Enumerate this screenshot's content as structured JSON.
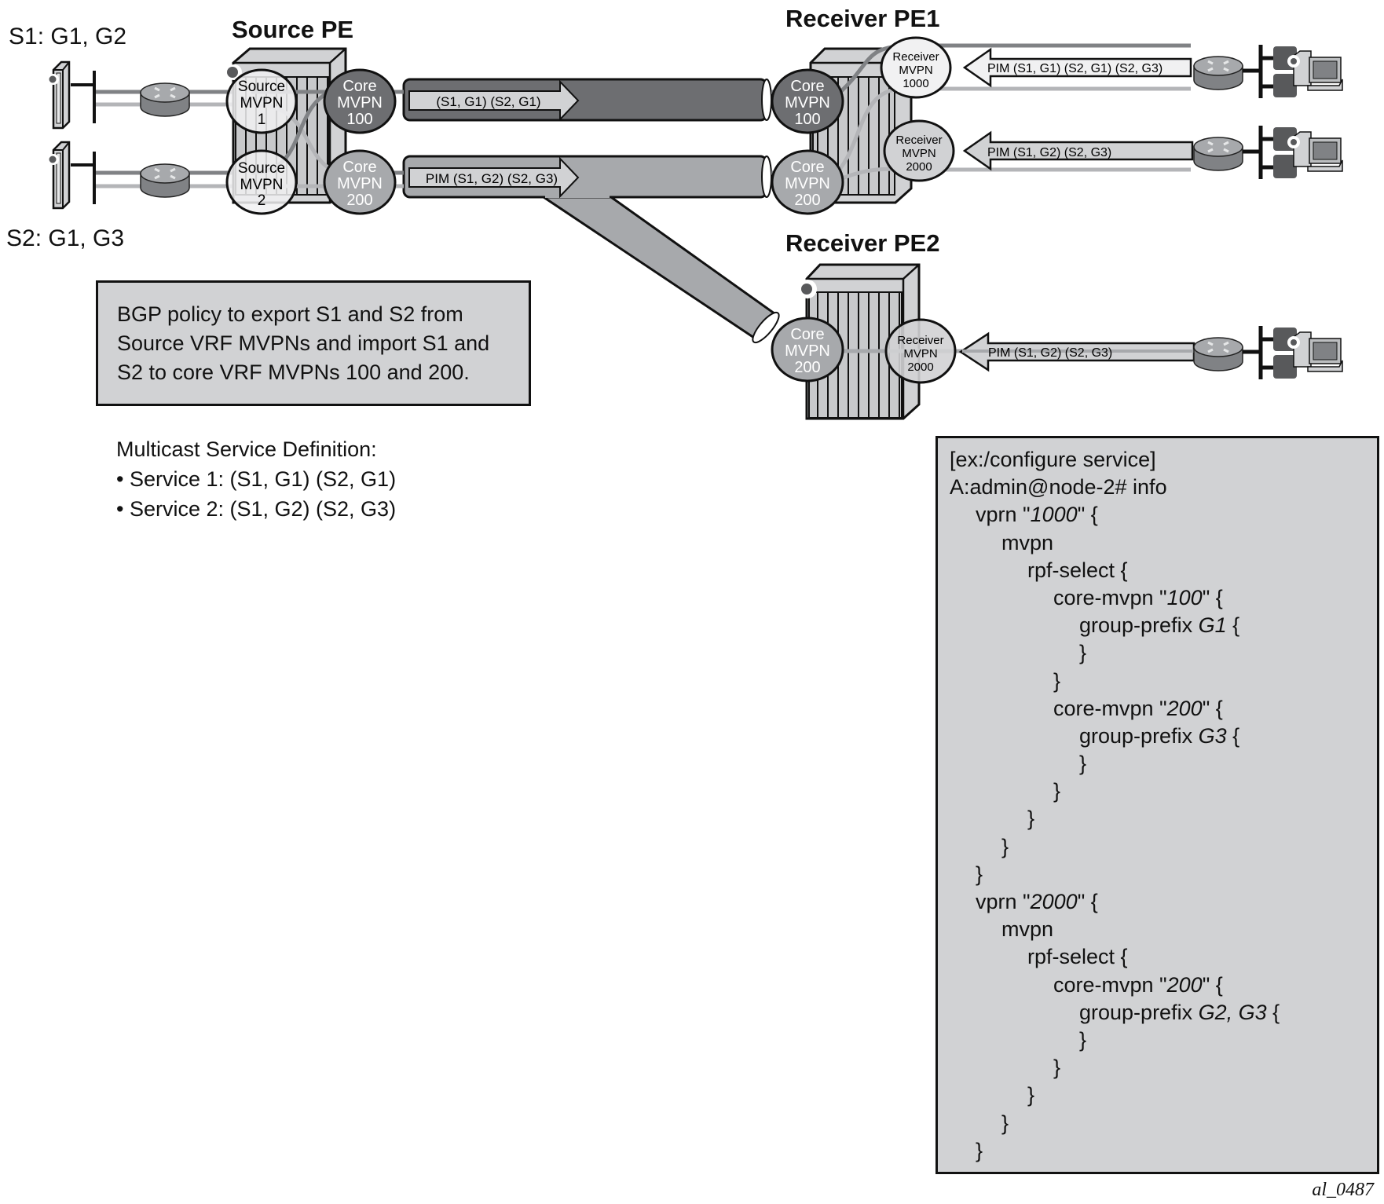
{
  "sources": [
    {
      "label": "S1: G1, G2"
    },
    {
      "label": "S2: G1, G3"
    }
  ],
  "source_pe": {
    "title": "Source PE",
    "source_mvpns": [
      {
        "line1": "Source",
        "line2": "MVPN",
        "line3": "1"
      },
      {
        "line1": "Source",
        "line2": "MVPN",
        "line3": "2"
      }
    ],
    "core_mvpns": [
      {
        "line1": "Core",
        "line2": "MVPN",
        "line3": "100"
      },
      {
        "line1": "Core",
        "line2": "MVPN",
        "line3": "200"
      }
    ]
  },
  "tunnels": [
    {
      "label": "(S1, G1) (S2, G1)",
      "color": "#6d6e71"
    },
    {
      "label": "PIM (S1, G2) (S2, G3)",
      "color": "#a7a9ac"
    }
  ],
  "receiver_pe1": {
    "title": "Receiver PE1",
    "core_mvpns": [
      {
        "line1": "Core",
        "line2": "MVPN",
        "line3": "100"
      },
      {
        "line1": "Core",
        "line2": "MVPN",
        "line3": "200"
      }
    ],
    "receiver_mvpns": [
      {
        "line1": "Receiver",
        "line2": "MVPN",
        "line3": "1000"
      },
      {
        "line1": "Receiver",
        "line2": "MVPN",
        "line3": "2000"
      }
    ],
    "joins": [
      {
        "label": "PIM (S1, G1) (S2, G1) (S2, G3)"
      },
      {
        "label": "PIM (S1, G2) (S2, G3)"
      }
    ]
  },
  "receiver_pe2": {
    "title": "Receiver PE2",
    "core_mvpn": {
      "line1": "Core",
      "line2": "MVPN",
      "line3": "200"
    },
    "receiver_mvpn": {
      "line1": "Receiver",
      "line2": "MVPN",
      "line3": "2000"
    },
    "join": {
      "label": "PIM (S1, G2) (S2, G3)"
    }
  },
  "policy_note": {
    "lines": [
      "BGP policy to export S1 and S2 from",
      "Source VRF MVPNs and import S1 and",
      "S2 to core VRF MVPNs 100 and 200."
    ]
  },
  "service_definition": {
    "heading": "Multicast Service Definition:",
    "items": [
      "• Service 1: (S1, G1) (S2, G1)",
      "• Service 2: (S1, G2) (S2, G3)"
    ]
  },
  "cli": {
    "lines": [
      {
        "indent": 0,
        "text": "[ex:/configure service]"
      },
      {
        "indent": 0,
        "text": "A:admin@node-2# info"
      },
      {
        "indent": 1,
        "pre": "vprn \"",
        "ital": "1000",
        "post": "\" {"
      },
      {
        "indent": 2,
        "text": "mvpn"
      },
      {
        "indent": 3,
        "text": "rpf-select {"
      },
      {
        "indent": 4,
        "pre": "core-mvpn \"",
        "ital": "100",
        "post": "\" {"
      },
      {
        "indent": 5,
        "pre": "group-prefix ",
        "ital": "G1",
        "post": " {"
      },
      {
        "indent": 5,
        "text": "}"
      },
      {
        "indent": 4,
        "text": "}"
      },
      {
        "indent": 4,
        "pre": "core-mvpn \"",
        "ital": "200",
        "post": "\" {"
      },
      {
        "indent": 5,
        "pre": "group-prefix ",
        "ital": "G3",
        "post": " {"
      },
      {
        "indent": 5,
        "text": "}"
      },
      {
        "indent": 4,
        "text": "}"
      },
      {
        "indent": 3,
        "text": "}"
      },
      {
        "indent": 2,
        "text": "}"
      },
      {
        "indent": 1,
        "text": "}"
      },
      {
        "indent": 1,
        "pre": "vprn \"",
        "ital": "2000",
        "post": "\" {"
      },
      {
        "indent": 2,
        "text": "mvpn"
      },
      {
        "indent": 3,
        "text": "rpf-select {"
      },
      {
        "indent": 4,
        "pre": "core-mvpn \"",
        "ital": "200",
        "post": "\" {"
      },
      {
        "indent": 5,
        "pre": "group-prefix ",
        "ital": "G2, G3",
        "post": " {"
      },
      {
        "indent": 5,
        "text": "}"
      },
      {
        "indent": 4,
        "text": "}"
      },
      {
        "indent": 3,
        "text": "}"
      },
      {
        "indent": 2,
        "text": "}"
      },
      {
        "indent": 1,
        "text": "}"
      }
    ]
  },
  "figure_id": "al_0487",
  "icons": {
    "source_server": "server-icon",
    "router": "router-icon",
    "pe_chassis": "pe-router-chassis-icon",
    "receiver_host": "workstation-icon"
  },
  "colors": {
    "dark_gray": "#6d6e71",
    "mid_gray": "#a7a9ac",
    "light_gray": "#d1d2d4",
    "lighter_gray": "#f1f1f2",
    "outline": "#111111"
  }
}
